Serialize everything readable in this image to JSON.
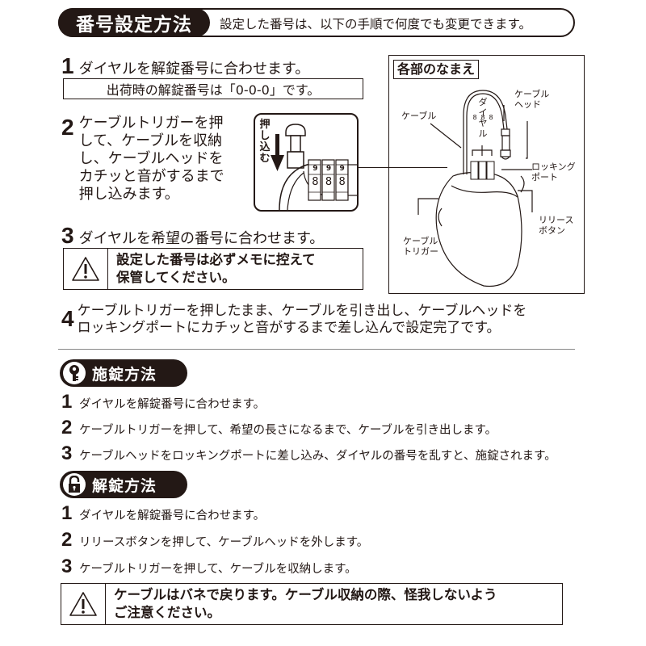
{
  "header": {
    "title": "番号設定方法",
    "description": "設定した番号は、以下の手順で何度でも変更できます。"
  },
  "setting_steps": [
    {
      "num": "1",
      "text": "ダイヤルを解錠番号に合わせます。"
    },
    {
      "num": "2",
      "lines": [
        "ケーブルトリガーを押",
        "して、ケーブルを収納",
        "し、ケーブルヘッドを",
        "カチッと音がするまで",
        "押し込みます。"
      ]
    },
    {
      "num": "3",
      "text": "ダイヤルを希望の番号に合わせます。"
    },
    {
      "num": "4",
      "lines": [
        "ケーブルトリガーを押したまま、ケーブルを引き出し、ケーブルヘッドを",
        "ロッキングポートにカチッと音がするまで差し込んで設定完了です。"
      ]
    }
  ],
  "factory_note": "出荷時の解錠番号は「0-0-0」です。",
  "memo_warning": {
    "icon": "warning-triangle-icon",
    "lines": [
      "設定した番号は必ずメモに控えて",
      "保管してください。"
    ]
  },
  "inset_illustration": {
    "push_label": [
      "押",
      "し",
      "込",
      "む"
    ],
    "dial_top_digits": [
      "9",
      "9",
      "9"
    ],
    "dial_mid_digits": [
      "8",
      "8",
      "8"
    ]
  },
  "parts_diagram": {
    "title": "各部のなまえ",
    "labels": {
      "cable": "ケーブル",
      "dial": [
        "ダ",
        "イ",
        "ヤ",
        "ル"
      ],
      "cable_head": [
        "ケーブル",
        "ヘッド"
      ],
      "locking_port": [
        "ロッキング",
        "ポート"
      ],
      "release_button": [
        "リリース",
        "ボタン"
      ],
      "cable_trigger": [
        "ケーブル",
        "トリガー"
      ]
    },
    "dial_digits": [
      "8",
      "8",
      "8"
    ]
  },
  "lock_section": {
    "title": "施錠方法",
    "icon": "key-icon",
    "steps": [
      {
        "num": "1",
        "text": "ダイヤルを解錠番号に合わせます。"
      },
      {
        "num": "2",
        "text": "ケーブルトリガーを押して、希望の長さになるまで、ケーブルを引き出します。"
      },
      {
        "num": "3",
        "text": "ケーブルヘッドをロッキングポートに差し込み、ダイヤルの番号を乱すと、施錠されます。"
      }
    ]
  },
  "unlock_section": {
    "title": "解錠方法",
    "icon": "padlock-icon",
    "steps": [
      {
        "num": "1",
        "text": "ダイヤルを解錠番号に合わせます。"
      },
      {
        "num": "2",
        "text": "リリースボタンを押して、ケーブルヘッドを外します。"
      },
      {
        "num": "3",
        "text": "ケーブルトリガーを押して、ケーブルを収納します。"
      }
    ]
  },
  "spring_warning": {
    "icon": "warning-triangle-icon",
    "lines": [
      "ケーブルはバネで戻ります。ケーブル収納の際、怪我しないよう",
      "ご注意ください。"
    ]
  },
  "colors": {
    "ink": "#231815",
    "paper": "#ffffff",
    "divider": "#888888"
  }
}
